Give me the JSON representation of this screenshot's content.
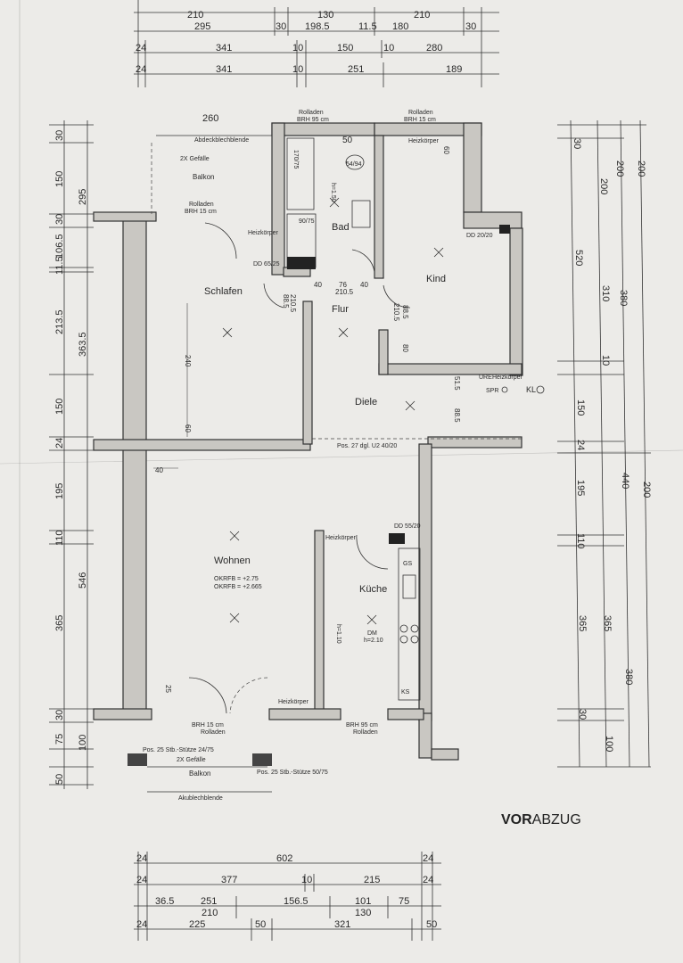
{
  "rooms": {
    "bad": "Bad",
    "kind": "Kind",
    "schlafen": "Schlafen",
    "flur": "Flur",
    "diele": "Diele",
    "wohnen": "Wohnen",
    "kueche": "Küche",
    "balkon_top": "Balkon",
    "balkon_bottom": "Balkon"
  },
  "labels": {
    "rolladen1": "Rolladen",
    "brh95_top": "BRH 95 cm",
    "rolladen2": "Rolladen",
    "brh15_top": "BRH 15 cm",
    "rolladen3": "Rolladen",
    "brh15_left": "BRH 15 cm",
    "abdeck": "Abdeckblechblende",
    "gefaelle_top": "2X Gefälle",
    "gefaelle_bottom": "2X Gefälle",
    "heizkoerper1": "Heizkörper",
    "heizkoerper2": "Heizkörper",
    "heizkoerper3": "Heizkörper",
    "heizkoerper4": "Heizkörper",
    "heizkoerper5": "Heizkörper",
    "dd6525": "DD 65/25",
    "dd2020": "DD 20/20",
    "dd5520": "DD 55/20",
    "ure": "URE",
    "spr": "SPR",
    "kl": "KL",
    "pos27": "Pos. 27 dgl. U2 40/20",
    "pos25a": "Pos. 25 Stb.-Stütze 24/75",
    "pos25b": "Pos. 25 Stb.-Stütze 50/75",
    "okrfb1": "OKRFB = +2.75",
    "okrfb2": "OKRFB = +2.665",
    "brh15_bottom": "BRH 15 cm",
    "rolladen_b1": "Rolladen",
    "brh95_bottom": "BRH 95 cm",
    "rolladen_b2": "Rolladen",
    "akublech": "Akublechblende",
    "dm": "DM",
    "h210": "h=2.10",
    "h110": "h=1.10",
    "h150": "h=1.50",
    "bath1": "170/75",
    "bath2": "90/75",
    "bath3": "54/94",
    "gs": "GS",
    "ks": "KS",
    "vorabzug_bold": "VOR",
    "vorabzug_rest": "ABZUG"
  },
  "dims_top": {
    "row0": [
      "210",
      "130",
      "210"
    ],
    "row1": [
      "295",
      "30",
      "198.5",
      "11.5",
      "180",
      "30"
    ],
    "row2": [
      "24",
      "341",
      "10",
      "150",
      "10",
      "280"
    ],
    "row3": [
      "24",
      "341",
      "10",
      "251",
      "189"
    ]
  },
  "dims_bottom": {
    "row1": [
      "24",
      "602",
      "24"
    ],
    "row2": [
      "24",
      "377",
      "10",
      "215",
      "24"
    ],
    "row3": [
      "36.5",
      "251",
      "156.5",
      "101",
      "75"
    ],
    "row3b": [
      "210",
      "130"
    ],
    "row4": [
      "24",
      "225",
      "50",
      "321",
      "50"
    ]
  },
  "dims_left": {
    "outer": [
      "295",
      "363.5",
      "546"
    ],
    "inner": [
      "30",
      "150",
      "30",
      "106.5",
      "11.5",
      "213.5",
      "150",
      "24",
      "195",
      "110",
      "365",
      "30",
      "75",
      "100",
      "50"
    ]
  },
  "dims_right": {
    "col1": [
      "30",
      "520",
      "150",
      "24",
      "195",
      "110",
      "365",
      "30"
    ],
    "col2": [
      "200",
      "310",
      "10",
      "365",
      "100"
    ],
    "col3": [
      "200",
      "380",
      "440",
      "380"
    ],
    "col4": [
      "200",
      "200"
    ]
  },
  "interior": {
    "d260": "260",
    "d240": "240",
    "d60a": "60",
    "d40a": "40",
    "d40b": "40",
    "d76": "76",
    "d2105a": "210.5",
    "d885a": "88.5",
    "d2105b": "210.5",
    "d885b": "88.5",
    "d2105c": "210.5",
    "d885c": "88.5",
    "d515": "51.5",
    "d60b": "60",
    "d80": "80",
    "d25": "25",
    "d40c": "40",
    "d50": "50"
  }
}
